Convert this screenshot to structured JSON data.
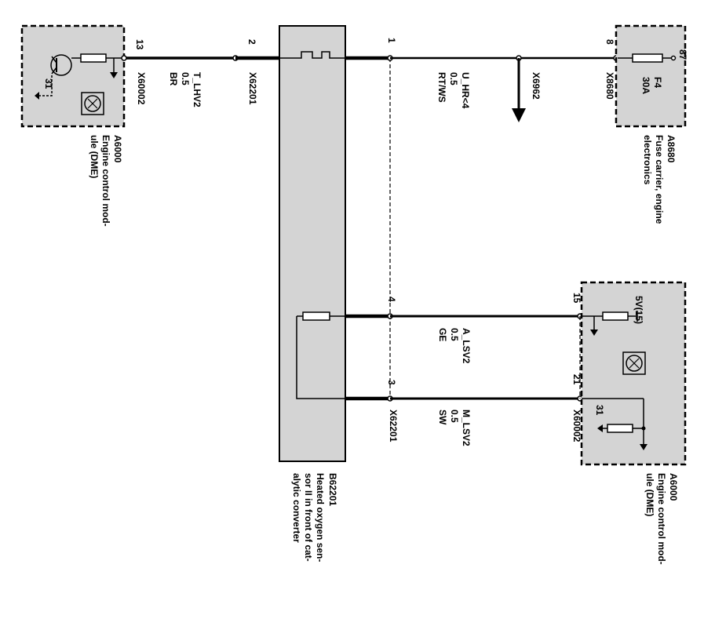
{
  "components": {
    "dme_top": {
      "id": "A6000",
      "desc_line1": "Engine control mod-",
      "desc_line2": "ule (DME)",
      "connector": "X60002",
      "pin": "13",
      "ground": "31"
    },
    "fuse": {
      "id": "A8680",
      "desc_line1": "Fuse carrier, engine",
      "desc_line2": "electronics",
      "connector": "X8680",
      "pin": "8",
      "fuse_id": "F4",
      "rating": "30A",
      "terminal": "87"
    },
    "sensor": {
      "id": "B62201",
      "desc_line1": "Heated oxygen sen-",
      "desc_line2": "sor II in front of cat-",
      "desc_line3": "alytic converter"
    },
    "dme_bottom": {
      "id": "A6000",
      "desc_line1": "Engine control mod-",
      "desc_line2": "ule (DME)",
      "connector": "X60002",
      "pin_a": "15",
      "pin_b": "21",
      "supply": "5V(15)",
      "ground": "31"
    }
  },
  "connectors": {
    "x62201_top": {
      "label": "X62201",
      "pin": "2"
    },
    "x62201_bottom": {
      "label": "X62201"
    },
    "x6962": {
      "label": "X6962"
    },
    "sensor_pins": [
      "1",
      "4",
      "3"
    ]
  },
  "wires": [
    {
      "name": "T_LHV2",
      "size": "0.5",
      "color": "BR"
    },
    {
      "name": "U_HR<4",
      "size": "0.5",
      "color": "RT/WS"
    },
    {
      "name": "A_LSV2",
      "size": "0.5",
      "color": "GE"
    },
    {
      "name": "M_LSV2",
      "size": "0.5",
      "color": "SW"
    }
  ]
}
